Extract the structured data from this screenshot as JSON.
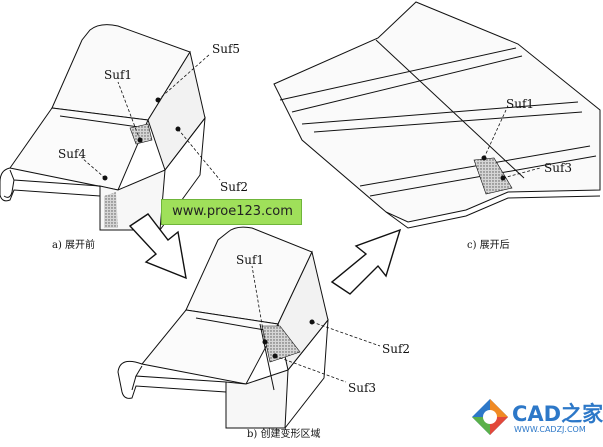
{
  "labels": {
    "a_suf5": "Suf5",
    "a_suf1": "Suf1",
    "a_suf4": "Suf4",
    "a_suf2": "Suf2",
    "b_suf1": "Suf1",
    "b_suf2": "Suf2",
    "b_suf3": "Suf3",
    "c_suf1": "Suf1",
    "c_suf3": "Suf3"
  },
  "captions": {
    "a": "a) 展开前",
    "b": "b) 创建变形区域",
    "c": "c) 展开后"
  },
  "watermark": "www.proe123.com",
  "logo": {
    "main": "CAD之家",
    "url": "WWW.CADZJ.COM"
  },
  "colors": {
    "watermark_bg": "#9fe05a",
    "logo_blue": "#2d78c8"
  }
}
